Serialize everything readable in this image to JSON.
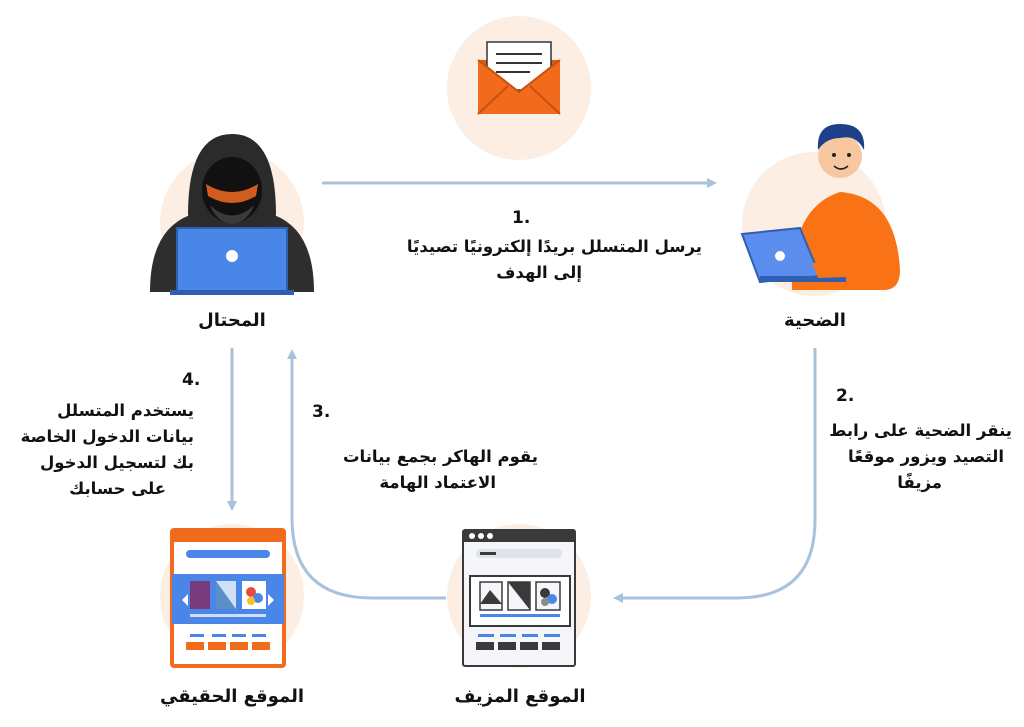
{
  "nodes": {
    "attacker": "المحتال",
    "victim": "الضحية",
    "real_site": "الموقع الحقيقي",
    "fake_site": "الموقع المزيف"
  },
  "steps": [
    {
      "number": "1.",
      "lines": [
        "يرسل المتسلل بريدًا إلكترونيًا تصيديًا",
        "إلى الهدف"
      ]
    },
    {
      "number": "2.",
      "lines": [
        "ينقر الضحية على رابط",
        "التصيد ويزور موقعًا",
        "مزيفًا"
      ]
    },
    {
      "number": "3.",
      "lines": [
        "يقوم الهاكر بجمع بيانات",
        "الاعتماد الهامة"
      ]
    },
    {
      "number": "4.",
      "lines": [
        "يستخدم المتسلل",
        "بيانات الدخول الخاصة",
        "بك لتسجيل الدخول",
        "على حسابك"
      ]
    }
  ],
  "colors": {
    "accent": "#f26b1d",
    "arrow": "#a8c2dc",
    "laptop": "#4a86e8",
    "circle_bg": "#fdeee3",
    "text": "#111111"
  },
  "icons": [
    "envelope-icon",
    "hacker-icon",
    "victim-icon",
    "real-website-icon",
    "fake-website-icon"
  ]
}
